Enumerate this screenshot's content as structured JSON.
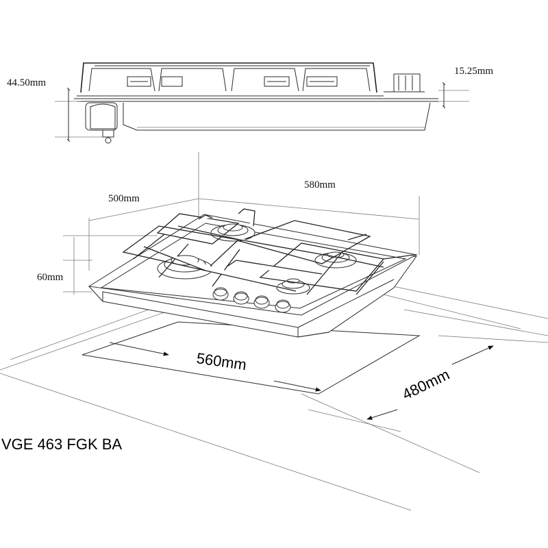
{
  "dimensions": {
    "top_height": "44.50mm",
    "top_offset": "15.25mm",
    "depth": "500mm",
    "width": "580mm",
    "height": "60mm",
    "cutout_width": "560mm",
    "cutout_depth": "480mm"
  },
  "model": "VGE 463 FGK BA"
}
